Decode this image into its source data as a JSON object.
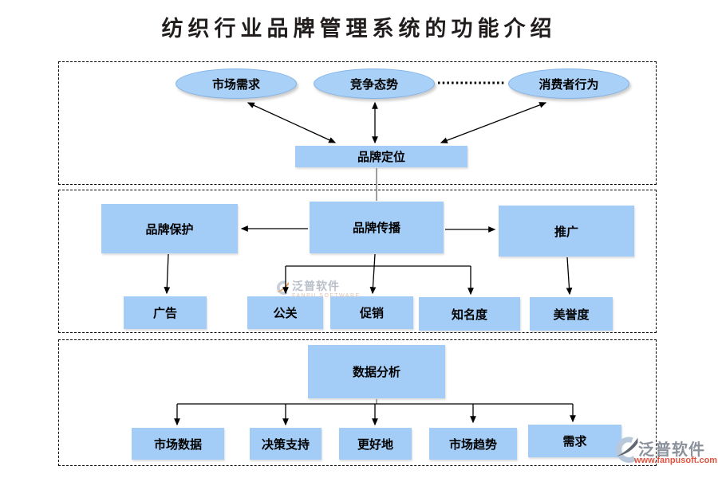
{
  "title": "纺织行业品牌管理系统的功能介绍",
  "nodes": {
    "market_demand": "市场需求",
    "competition": "竞争态势",
    "consumer_behavior": "消费者行为",
    "brand_positioning": "品牌定位",
    "brand_protection": "品牌保护",
    "brand_communication": "品牌传播",
    "promotion": "推广",
    "advertising": "广告",
    "public_relations": "公关",
    "sales_promotion": "促销",
    "awareness": "知名度",
    "reputation": "美誉度",
    "data_analysis": "数据分析",
    "data_children": [
      "市场数据",
      "决策支持",
      "更好地",
      "市场趋势",
      "需求"
    ]
  },
  "watermark_center": {
    "name": "泛普软件",
    "subtitle": "FANPU SOFTWARE"
  },
  "watermark_corner": {
    "name": "泛普软件",
    "url": "www.fanpusoft.com"
  },
  "colors": {
    "node_fill": "#a3cdf6",
    "ellipse_fill": "#a9d0f6",
    "ellipse_border": "#7fb2e8",
    "section_border": "#000000",
    "arrow": "#000000",
    "connector_gray": "#7f7f7f",
    "title": "#221d1d",
    "watermark_gray": "#8b929c",
    "watermark_url": "#e2543f"
  }
}
